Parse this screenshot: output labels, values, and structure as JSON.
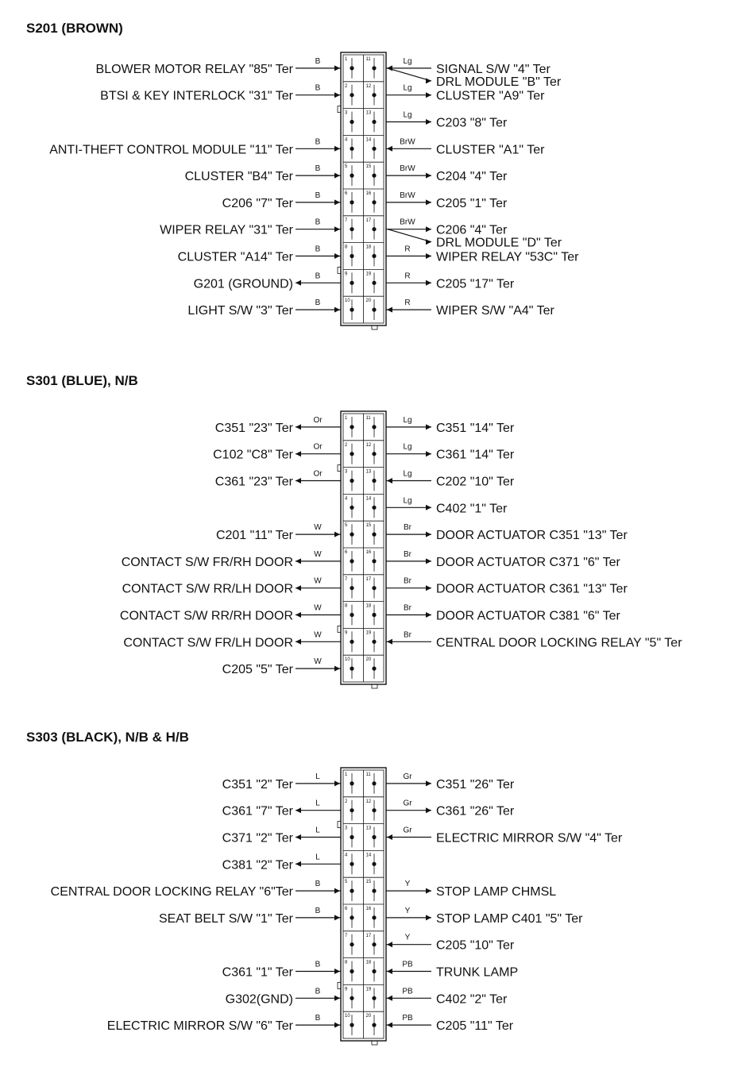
{
  "connectors": [
    {
      "title": "S201 (BROWN)",
      "pins": [
        {
          "left": {
            "label": "BLOWER MOTOR RELAY \"85\" Ter",
            "color": "B",
            "dir": "in"
          },
          "right": [
            {
              "label": "SIGNAL S/W \"4\" Ter",
              "color": "Lg",
              "dir": "in"
            },
            {
              "label": "DRL MODULE \"B\" Ter",
              "color": "",
              "dir": "out"
            }
          ]
        },
        {
          "left": {
            "label": "BTSI & KEY INTERLOCK \"31\" Ter",
            "color": "B",
            "dir": "in"
          },
          "right": [
            {
              "label": "CLUSTER \"A9\" Ter",
              "color": "Lg",
              "dir": "out"
            }
          ]
        },
        {
          "left": null,
          "right": [
            {
              "label": "C203 \"8\" Ter",
              "color": "Lg",
              "dir": "out"
            }
          ]
        },
        {
          "left": {
            "label": "ANTI-THEFT CONTROL MODULE \"11\" Ter",
            "color": "B",
            "dir": "in"
          },
          "right": [
            {
              "label": "CLUSTER \"A1\" Ter",
              "color": "BrW",
              "dir": "in"
            }
          ]
        },
        {
          "left": {
            "label": "CLUSTER \"B4\" Ter",
            "color": "B",
            "dir": "in"
          },
          "right": [
            {
              "label": "C204 \"4\" Ter",
              "color": "BrW",
              "dir": "out"
            }
          ]
        },
        {
          "left": {
            "label": "C206 \"7\" Ter",
            "color": "B",
            "dir": "in"
          },
          "right": [
            {
              "label": "C205 \"1\" Ter",
              "color": "BrW",
              "dir": "out"
            }
          ]
        },
        {
          "left": {
            "label": "WIPER RELAY \"31\" Ter",
            "color": "B",
            "dir": "in"
          },
          "right": [
            {
              "label": "C206 \"4\" Ter",
              "color": "BrW",
              "dir": "out"
            },
            {
              "label": "DRL MODULE \"D\" Ter",
              "color": "",
              "dir": "out"
            }
          ]
        },
        {
          "left": {
            "label": "CLUSTER \"A14\" Ter",
            "color": "B",
            "dir": "in"
          },
          "right": [
            {
              "label": "WIPER RELAY \"53C\" Ter",
              "color": "R",
              "dir": "out"
            }
          ]
        },
        {
          "left": {
            "label": "G201 (GROUND)",
            "color": "B",
            "dir": "out"
          },
          "right": [
            {
              "label": "C205 \"17\" Ter",
              "color": "R",
              "dir": "out"
            }
          ]
        },
        {
          "left": {
            "label": "LIGHT S/W \"3\" Ter",
            "color": "B",
            "dir": "in"
          },
          "right": [
            {
              "label": "WIPER S/W \"A4\" Ter",
              "color": "R",
              "dir": "in"
            }
          ]
        }
      ]
    },
    {
      "title": "S301 (BLUE), N/B",
      "pins": [
        {
          "left": {
            "label": "C351 \"23\" Ter",
            "color": "Or",
            "dir": "out"
          },
          "right": [
            {
              "label": "C351 \"14\" Ter",
              "color": "Lg",
              "dir": "out"
            }
          ]
        },
        {
          "left": {
            "label": "C102 \"C8\" Ter",
            "color": "Or",
            "dir": "out"
          },
          "right": [
            {
              "label": "C361 \"14\" Ter",
              "color": "Lg",
              "dir": "out"
            }
          ]
        },
        {
          "left": {
            "label": "C361 \"23\" Ter",
            "color": "Or",
            "dir": "out"
          },
          "right": [
            {
              "label": "C202 \"10\" Ter",
              "color": "Lg",
              "dir": "in"
            }
          ]
        },
        {
          "left": null,
          "right": [
            {
              "label": "C402 \"1\" Ter",
              "color": "Lg",
              "dir": "out"
            }
          ]
        },
        {
          "left": {
            "label": "C201 \"11\" Ter",
            "color": "W",
            "dir": "in"
          },
          "right": [
            {
              "label": "DOOR ACTUATOR C351 \"13\" Ter",
              "color": "Br",
              "dir": "out"
            }
          ]
        },
        {
          "left": {
            "label": "CONTACT S/W FR/RH DOOR",
            "color": "W",
            "dir": "out"
          },
          "right": [
            {
              "label": "DOOR ACTUATOR C371 \"6\" Ter",
              "color": "Br",
              "dir": "out"
            }
          ]
        },
        {
          "left": {
            "label": "CONTACT S/W RR/LH DOOR",
            "color": "W",
            "dir": "out"
          },
          "right": [
            {
              "label": "DOOR ACTUATOR C361 \"13\" Ter",
              "color": "Br",
              "dir": "out"
            }
          ]
        },
        {
          "left": {
            "label": "CONTACT S/W RR/RH DOOR",
            "color": "W",
            "dir": "out"
          },
          "right": [
            {
              "label": "DOOR ACTUATOR C381 \"6\" Ter",
              "color": "Br",
              "dir": "out"
            }
          ]
        },
        {
          "left": {
            "label": "CONTACT S/W FR/LH DOOR",
            "color": "W",
            "dir": "out"
          },
          "right": [
            {
              "label": "CENTRAL DOOR LOCKING RELAY \"5\" Ter",
              "color": "Br",
              "dir": "in"
            }
          ]
        },
        {
          "left": {
            "label": "C205 \"5\" Ter",
            "color": "W",
            "dir": "in"
          },
          "right": []
        }
      ]
    },
    {
      "title": "S303 (BLACK), N/B & H/B",
      "pins": [
        {
          "left": {
            "label": "C351 \"2\" Ter",
            "color": "L",
            "dir": "in"
          },
          "right": [
            {
              "label": "C351 \"26\" Ter",
              "color": "Gr",
              "dir": "out"
            }
          ]
        },
        {
          "left": {
            "label": "C361 \"7\" Ter",
            "color": "L",
            "dir": "out"
          },
          "right": [
            {
              "label": "C361 \"26\" Ter",
              "color": "Gr",
              "dir": "out"
            }
          ]
        },
        {
          "left": {
            "label": "C371 \"2\" Ter",
            "color": "L",
            "dir": "out"
          },
          "right": [
            {
              "label": "ELECTRIC MIRROR S/W \"4\" Ter",
              "color": "Gr",
              "dir": "in"
            }
          ]
        },
        {
          "left": {
            "label": "C381 \"2\" Ter",
            "color": "L",
            "dir": "out"
          },
          "right": []
        },
        {
          "left": {
            "label": "CENTRAL DOOR LOCKING RELAY \"6\"Ter",
            "color": "B",
            "dir": "in"
          },
          "right": [
            {
              "label": "STOP LAMP CHMSL",
              "color": "Y",
              "dir": "out"
            }
          ]
        },
        {
          "left": {
            "label": "SEAT BELT S/W \"1\" Ter",
            "color": "B",
            "dir": "in"
          },
          "right": [
            {
              "label": "STOP LAMP C401 \"5\" Ter",
              "color": "Y",
              "dir": "out"
            }
          ]
        },
        {
          "left": null,
          "right": [
            {
              "label": "C205 \"10\" Ter",
              "color": "Y",
              "dir": "in"
            }
          ]
        },
        {
          "left": {
            "label": "C361 \"1\" Ter",
            "color": "B",
            "dir": "in"
          },
          "right": [
            {
              "label": "TRUNK LAMP",
              "color": "PB",
              "dir": "in"
            }
          ]
        },
        {
          "left": {
            "label": "G302(GND)",
            "color": "B",
            "dir": "in"
          },
          "right": [
            {
              "label": "C402 \"2\" Ter",
              "color": "PB",
              "dir": "in"
            }
          ]
        },
        {
          "left": {
            "label": "ELECTRIC MIRROR S/W \"6\" Ter",
            "color": "B",
            "dir": "in"
          },
          "right": [
            {
              "label": "C205 \"11\" Ter",
              "color": "PB",
              "dir": "in"
            }
          ]
        }
      ]
    }
  ]
}
